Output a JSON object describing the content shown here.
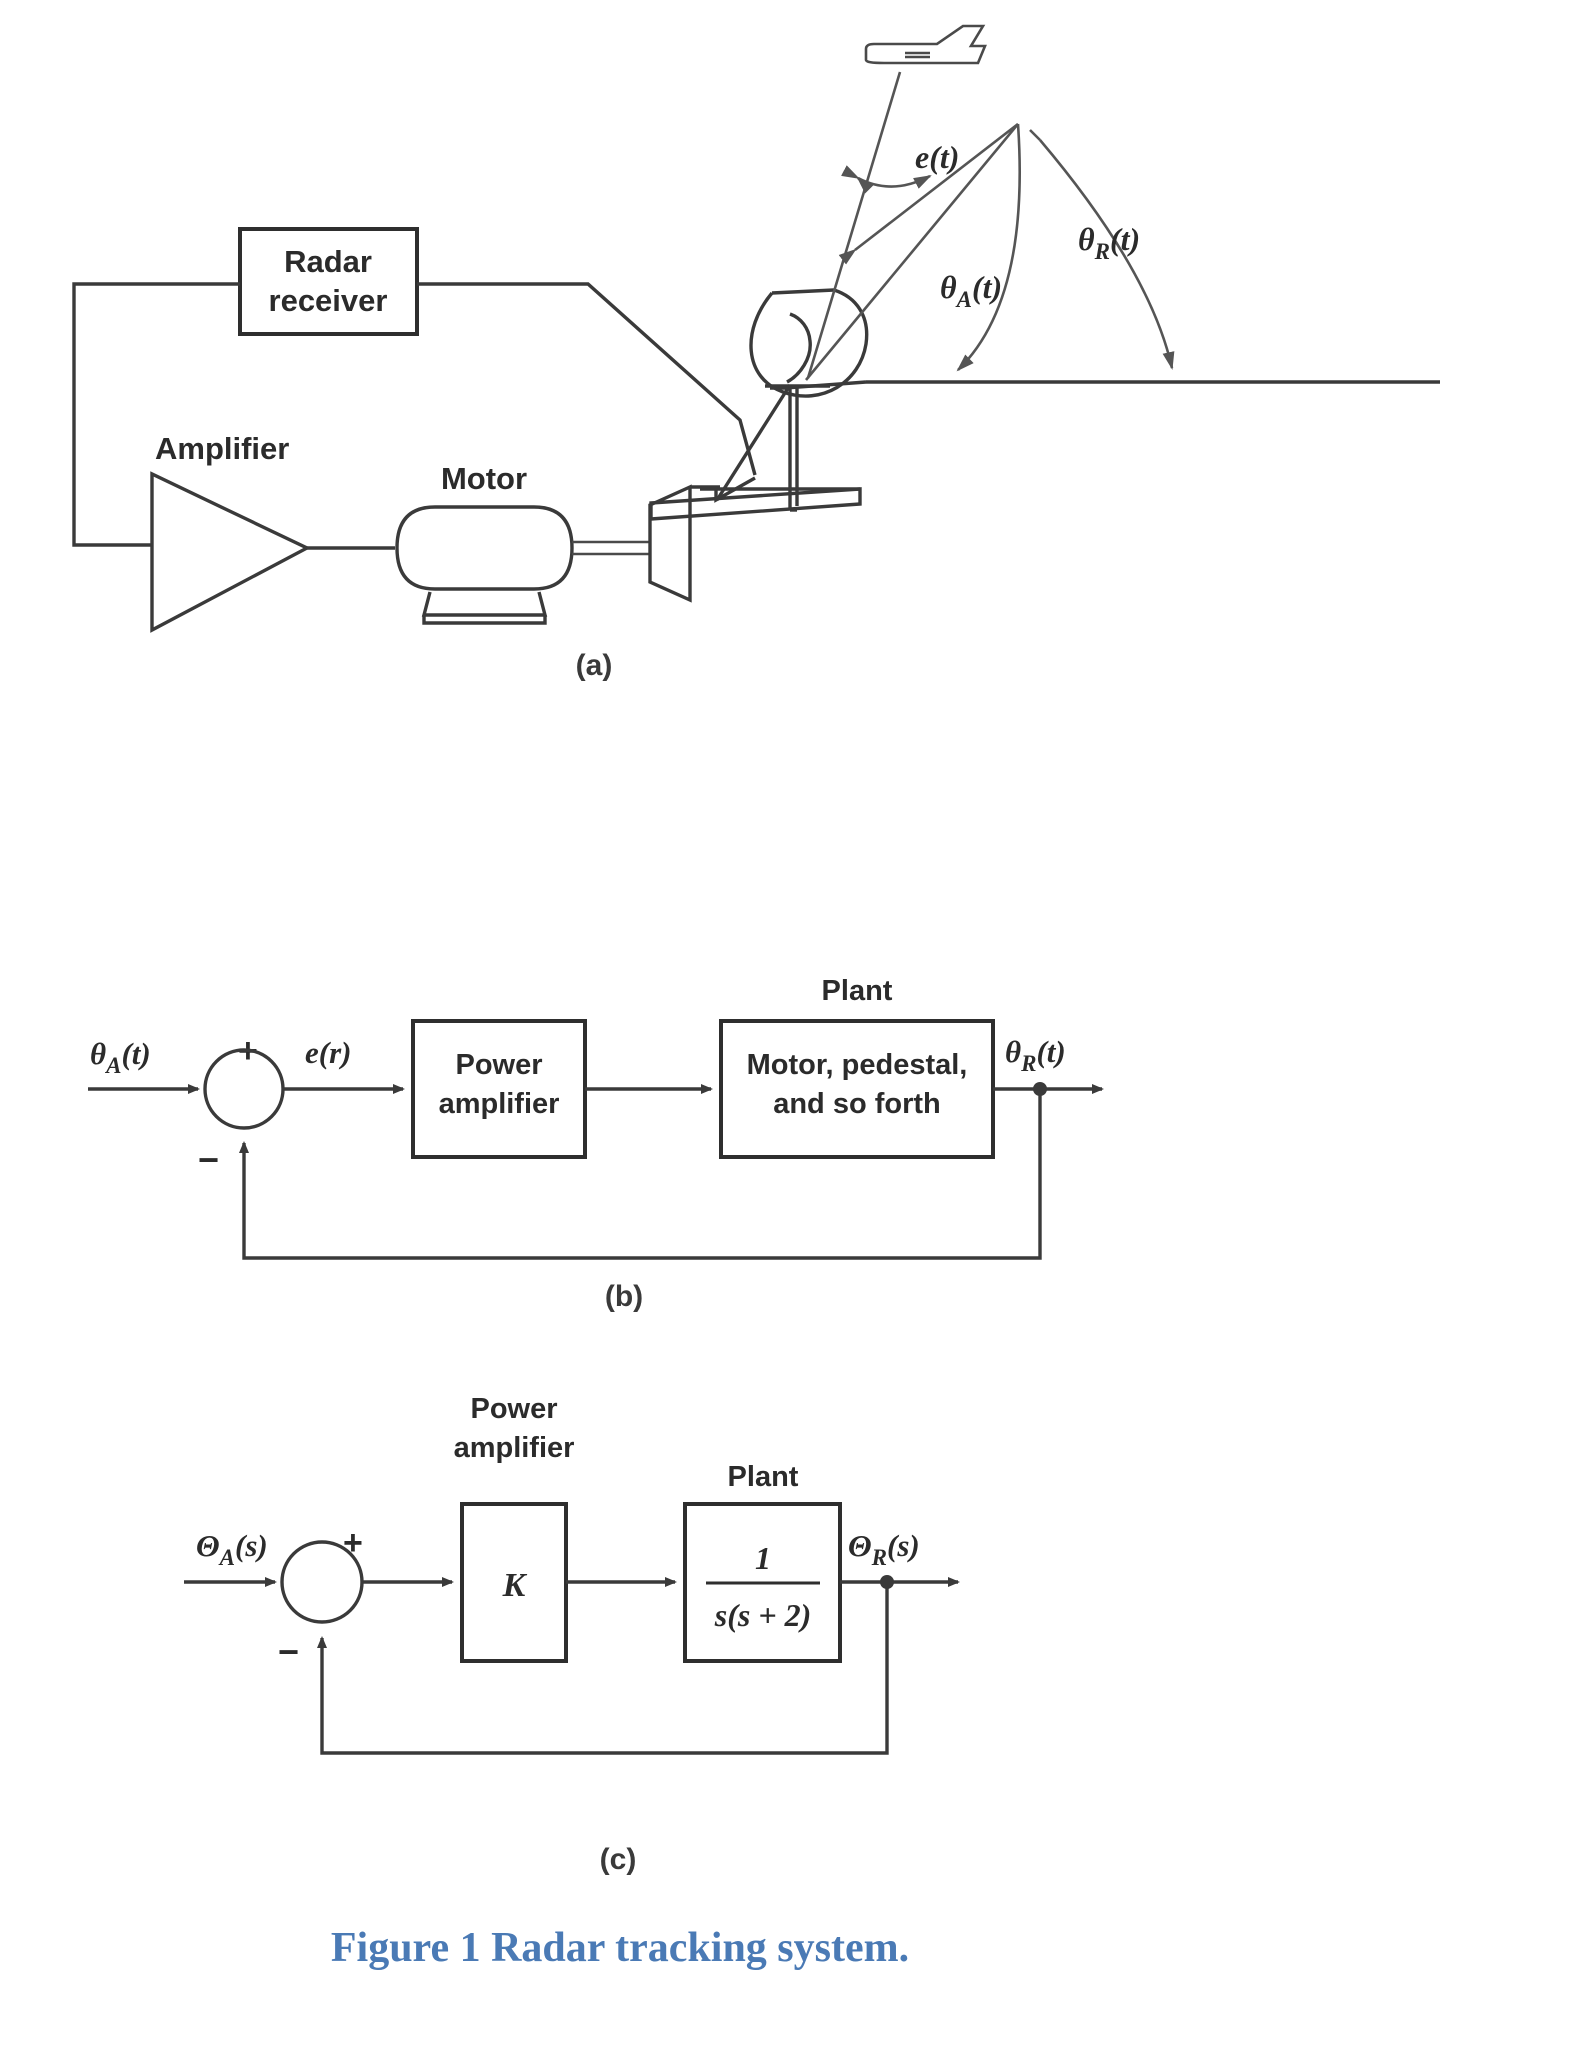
{
  "figure": {
    "caption": "Figure 1 Radar tracking system.",
    "panels": [
      {
        "id": "panel-a",
        "label": "(a)"
      },
      {
        "id": "panel-b",
        "label": "(b)"
      },
      {
        "id": "panel-c",
        "label": "(c)"
      }
    ]
  },
  "panel_a": {
    "blocks": {
      "radar_receiver_line1": "Radar",
      "radar_receiver_line2": "receiver",
      "amplifier": "Amplifier",
      "motor": "Motor"
    },
    "annotations": {
      "error_angle": "e(t)",
      "antenna_angle": "θ",
      "antenna_angle_sub": "A",
      "antenna_angle_tail": "(t)",
      "aircraft_angle": "θ",
      "aircraft_angle_sub": "R",
      "aircraft_angle_tail": "(t)"
    },
    "icons": {
      "aircraft": "airplane-icon",
      "dish": "parabolic-dish-icon",
      "pedestal": "pedestal-icon",
      "gear": "gear-icon"
    }
  },
  "panel_b": {
    "input_label": "θ",
    "input_sub": "A",
    "input_tail": "(t)",
    "plus_sign": "+",
    "minus_sign": "−",
    "error_label": "e(r)",
    "amplifier_line1": "Power",
    "amplifier_line2": "amplifier",
    "plant_title": "Plant",
    "plant_line1": "Motor, pedestal,",
    "plant_line2": "and so forth",
    "output_label": "θ",
    "output_sub": "R",
    "output_tail": "(t)"
  },
  "panel_c": {
    "input_label": "Θ",
    "input_sub": "A",
    "input_tail": "(s)",
    "plus_sign": "+",
    "minus_sign": "−",
    "amplifier_title_line1": "Power",
    "amplifier_title_line2": "amplifier",
    "gain_label": "K",
    "plant_title": "Plant",
    "plant_numerator": "1",
    "plant_denominator": "s(s + 2)",
    "output_label": "Θ",
    "output_sub": "R",
    "output_tail": "(s)"
  },
  "colors": {
    "line": "#3a3a3a",
    "box_stroke": "#2e2e2e",
    "caption": "#4a7ab5",
    "text": "#2b2b2b",
    "background": "#ffffff"
  }
}
